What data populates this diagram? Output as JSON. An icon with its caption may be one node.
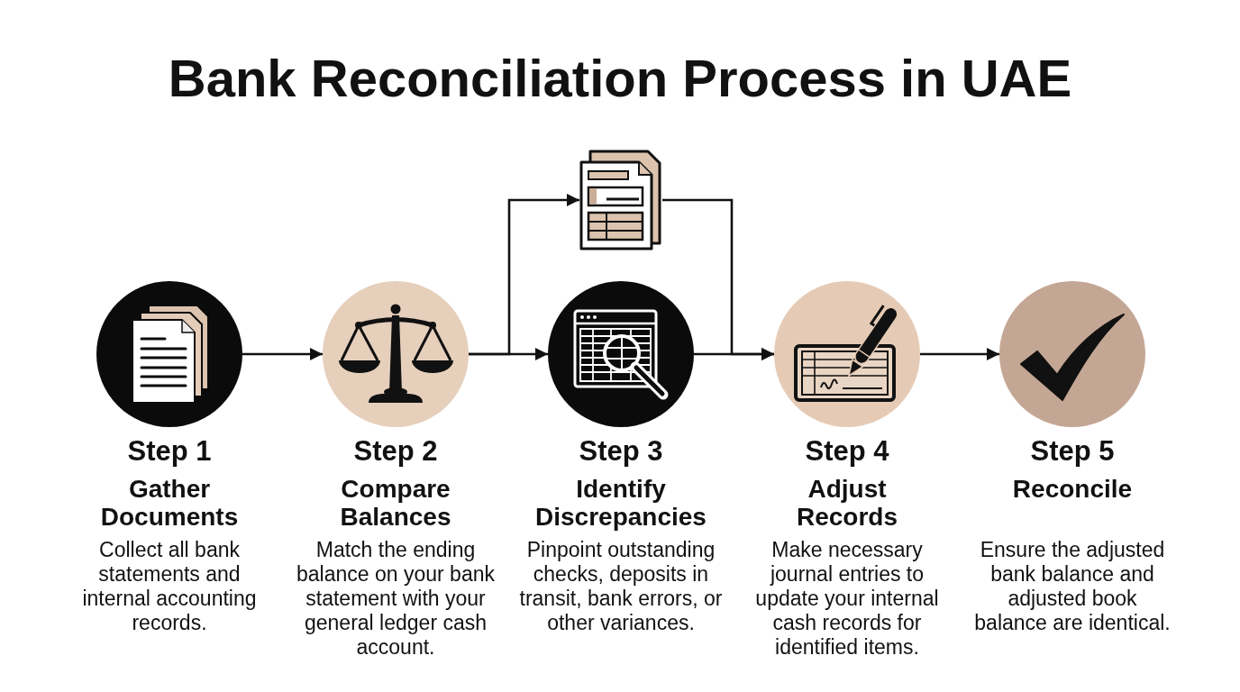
{
  "diagram": {
    "title": "Bank Reconciliation Process in UAE",
    "nodes": [
      {
        "text": [
          "Step 1",
          "Gather Documents",
          "Collect all bank statements and internal accounting records."
        ]
      },
      {
        "text": [
          "Step 2",
          "Compare Balances",
          "Match the ending balance on your bank statement with your general ledger cash account."
        ]
      },
      {
        "text": [
          "Step 3",
          "Identify Discrepancies",
          "Pinpoint outstanding checks, deposits in transit, bank errors, or other variances."
        ]
      },
      {
        "text": [
          "Step 4",
          "Adjust Records",
          "Make necessary journal entries to update your internal cash records for identified items."
        ]
      },
      {
        "text": [
          "Step 5",
          "Reconcile",
          "Ensure the adjusted bank balance and adjusted book balance are identical."
        ]
      },
      {
        "text": [],
        "shape": "picture"
      }
    ],
    "edges": [
      {
        "from": 0,
        "to": 1,
        "arrow": "to"
      },
      {
        "from": 1,
        "to": 2,
        "arrow": "to"
      },
      {
        "from": 1,
        "to": 5,
        "arrow": "to"
      },
      {
        "from": 2,
        "to": 3,
        "arrow": "to"
      },
      {
        "from": 5,
        "to": 3,
        "arrow": "to"
      },
      {
        "from": 3,
        "to": 4,
        "arrow": "to"
      }
    ]
  }
}
